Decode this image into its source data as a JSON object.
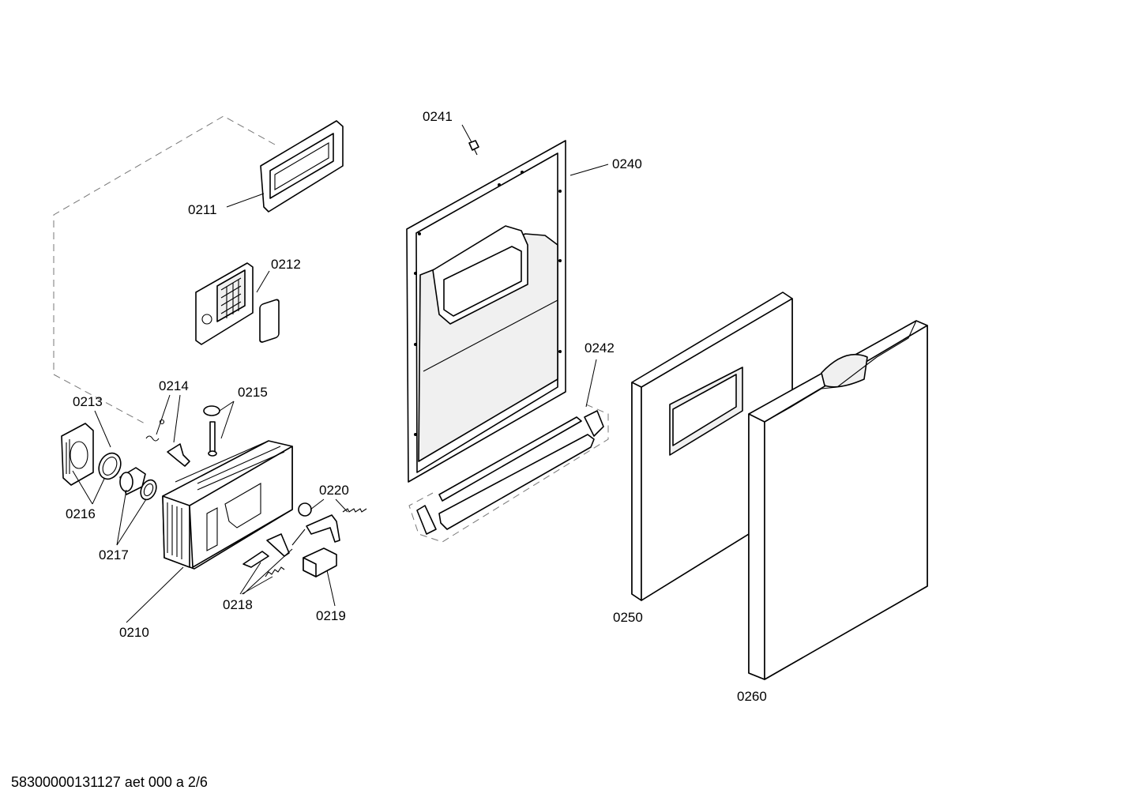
{
  "parts": {
    "p0210": "0210",
    "p0211": "0211",
    "p0212": "0212",
    "p0213": "0213",
    "p0214": "0214",
    "p0215": "0215",
    "p0216": "0216",
    "p0217": "0217",
    "p0218": "0218",
    "p0219": "0219",
    "p0220": "0220",
    "p0240": "0240",
    "p0241": "0241",
    "p0242": "0242",
    "p0250": "0250",
    "p0260": "0260"
  },
  "footer": {
    "doc_id": "58300000131127 aet 000 a 2/6"
  }
}
